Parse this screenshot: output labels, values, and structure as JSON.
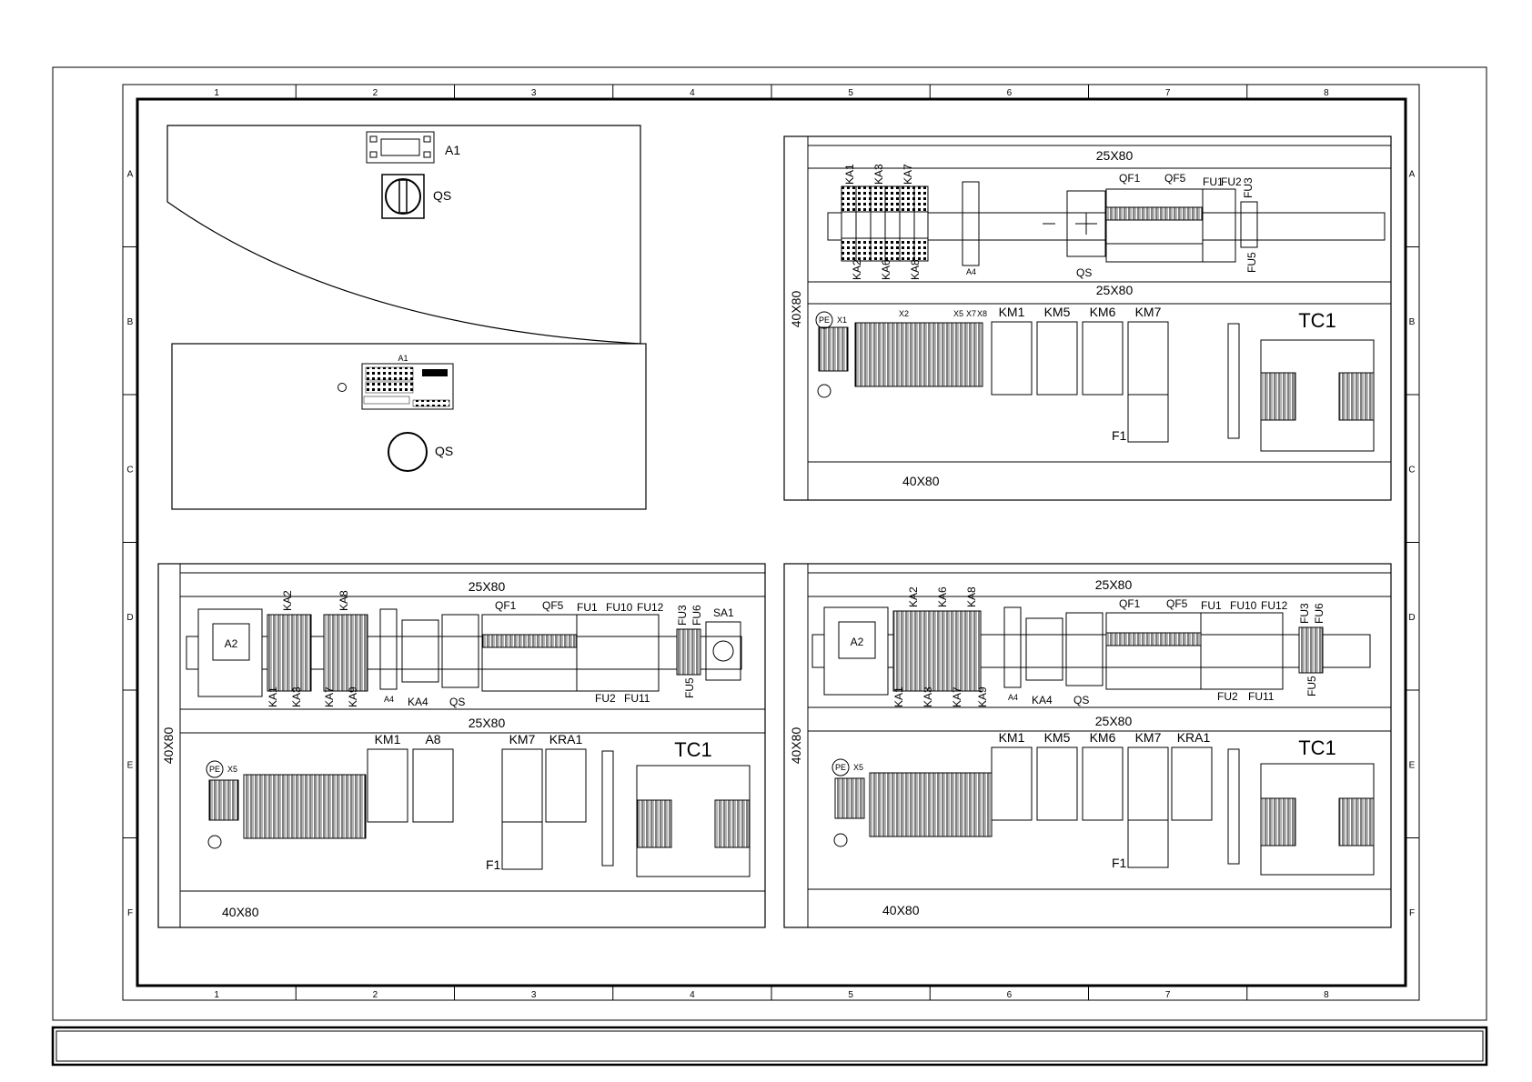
{
  "frame": {
    "columns": [
      "1",
      "2",
      "3",
      "4",
      "5",
      "6",
      "7",
      "8"
    ],
    "rows": [
      "A",
      "B",
      "C",
      "D",
      "E",
      "F"
    ]
  },
  "door": {
    "display_label": "A1",
    "switch_label": "QS"
  },
  "door_back": {
    "controller_label": "A1",
    "switch_label": "QS"
  },
  "panel_tr": {
    "rail_top": "25X80",
    "rail_mid": "25X80",
    "duct_side": "40X80",
    "duct_bottom": "40X80",
    "relays_top": [
      "KA1",
      "KA3",
      "KA7"
    ],
    "relays_bottom": [
      "KA2",
      "KA6",
      "KA8"
    ],
    "psu_label": "A4",
    "qs_label": "QS",
    "qf_labels": [
      "QF1",
      "QF5"
    ],
    "fuse_labels": [
      "FU1",
      "FU2",
      "FU3",
      "FU5"
    ],
    "pe_label": "PE",
    "terminal_labels": [
      "X1",
      "X2",
      "X5",
      "X7",
      "X8"
    ],
    "contactors": [
      "KM1",
      "KM5",
      "KM6",
      "KM7"
    ],
    "overload": "F1",
    "transformer": "TC1"
  },
  "panel_bl": {
    "rail_top": "25X80",
    "rail_mid": "25X80",
    "duct_side": "40X80",
    "duct_bottom": "40X80",
    "module_label": "A2",
    "relays_top": [
      "KA2",
      "KA8"
    ],
    "relays_bottom": [
      "KA1",
      "KA3",
      "KA7",
      "KA9"
    ],
    "psu_label": "A4",
    "ka4_label": "KA4",
    "qs_label": "QS",
    "qf_labels": [
      "QF1",
      "QF5"
    ],
    "fuse_top": [
      "FU1",
      "FU10",
      "FU12",
      "FU3",
      "FU6"
    ],
    "fuse_bottom": [
      "FU2",
      "FU11",
      "FU5"
    ],
    "selector": "SA1",
    "pe_label": "PE",
    "terminal_label": "X5",
    "contactors": [
      "KM1",
      "A8",
      "KM7",
      "KRA1"
    ],
    "overload": "F1",
    "transformer": "TC1"
  },
  "panel_br": {
    "rail_top": "25X80",
    "rail_mid": "25X80",
    "duct_side": "40X80",
    "duct_bottom": "40X80",
    "module_label": "A2",
    "relays_top": [
      "KA2",
      "KA6",
      "KA8"
    ],
    "relays_bottom": [
      "KA1",
      "KA3",
      "KA7",
      "KA9"
    ],
    "psu_label": "A4",
    "ka4_label": "KA4",
    "qs_label": "QS",
    "qf_labels": [
      "QF1",
      "QF5"
    ],
    "fuse_top": [
      "FU1",
      "FU10",
      "FU12",
      "FU3",
      "FU6"
    ],
    "fuse_bottom": [
      "FU2",
      "FU11",
      "FU5"
    ],
    "pe_label": "PE",
    "terminal_label": "X5",
    "contactors": [
      "KM1",
      "KM5",
      "KM6",
      "KM7",
      "KRA1"
    ],
    "overload": "F1",
    "transformer": "TC1"
  }
}
